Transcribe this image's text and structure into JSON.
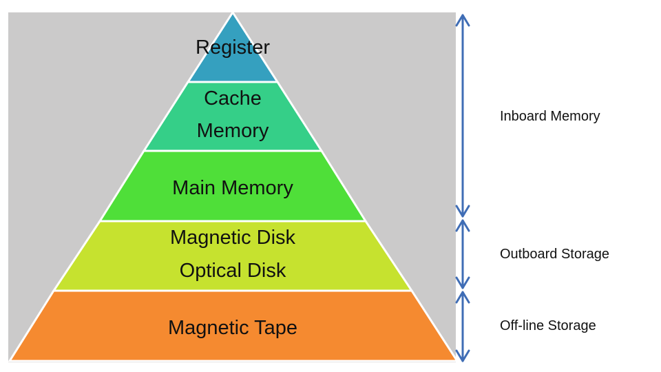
{
  "colors": {
    "panel": "#cbcaca",
    "arrow": "#3f6db5",
    "outline": "#ffffff",
    "register": "#35a0bf",
    "cache": "#35cf88",
    "main": "#4fdf39",
    "disk": "#c6e22f",
    "tape": "#f58a30"
  },
  "pyramid": {
    "register": {
      "line1": "Register"
    },
    "cache": {
      "line1": "Cache",
      "line2": "Memory"
    },
    "main": {
      "line1": "Main Memory"
    },
    "disk": {
      "line1": "Magnetic Disk",
      "line2": "Optical Disk"
    },
    "tape": {
      "line1": "Magnetic Tape"
    }
  },
  "side_labels": {
    "inboard": "Inboard Memory",
    "outboard": "Outboard Storage",
    "offline": "Off-line Storage"
  }
}
